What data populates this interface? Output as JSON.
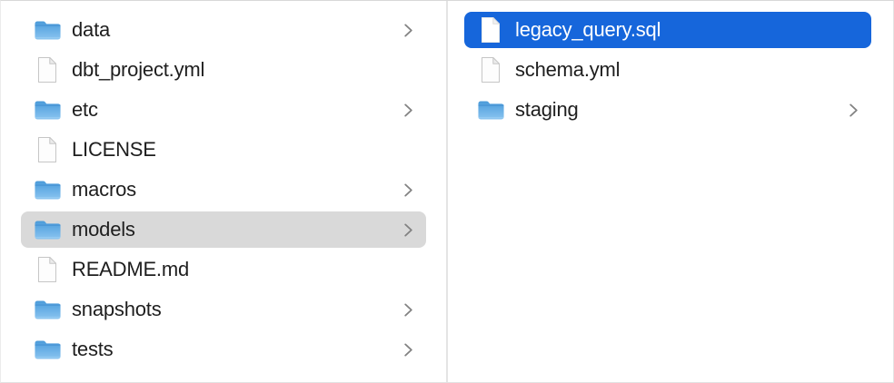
{
  "window": {
    "app": "Finder",
    "view": "column-view"
  },
  "colors": {
    "selection_blue": "#1666db",
    "selection_gray": "#d9d9d9",
    "divider": "#e4e4e4",
    "text": "#1e1e1e",
    "selected_text": "#ffffff",
    "chevron": "#818181",
    "folder_blue": "#5fa9e2"
  },
  "icons": {
    "folder": "blue-folder-icon",
    "file": "blank-document-icon",
    "chevron": "chevron-right-icon"
  },
  "columns": [
    {
      "name": "project-root-column",
      "items": [
        {
          "label": "data",
          "type": "folder",
          "chevron": true,
          "selected": false
        },
        {
          "label": "dbt_project.yml",
          "type": "file",
          "chevron": false,
          "selected": false
        },
        {
          "label": "etc",
          "type": "folder",
          "chevron": true,
          "selected": false
        },
        {
          "label": "LICENSE",
          "type": "file",
          "chevron": false,
          "selected": false
        },
        {
          "label": "macros",
          "type": "folder",
          "chevron": true,
          "selected": false
        },
        {
          "label": "models",
          "type": "folder",
          "chevron": true,
          "selected": true,
          "selection": "gray"
        },
        {
          "label": "README.md",
          "type": "file",
          "chevron": false,
          "selected": false
        },
        {
          "label": "snapshots",
          "type": "folder",
          "chevron": true,
          "selected": false
        },
        {
          "label": "tests",
          "type": "folder",
          "chevron": true,
          "selected": false
        }
      ]
    },
    {
      "name": "models-contents-column",
      "items": [
        {
          "label": "legacy_query.sql",
          "type": "file",
          "chevron": false,
          "selected": true,
          "selection": "blue"
        },
        {
          "label": "schema.yml",
          "type": "file",
          "chevron": false,
          "selected": false
        },
        {
          "label": "staging",
          "type": "folder",
          "chevron": true,
          "selected": false
        }
      ]
    }
  ]
}
